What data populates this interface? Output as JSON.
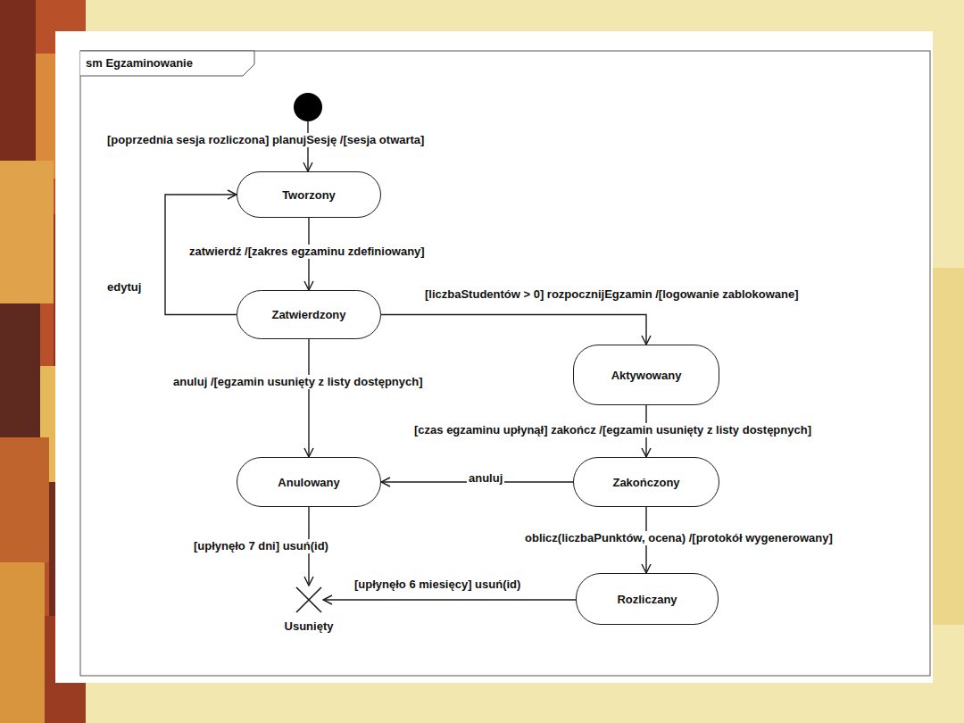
{
  "diagram": {
    "title": "sm Egzaminowanie",
    "nodes": [
      {
        "text": []
      },
      {
        "text": [
          "Tworzony"
        ]
      },
      {
        "text": [
          "Zatwierdzony"
        ]
      },
      {
        "text": [
          "Aktywowany"
        ]
      },
      {
        "text": [
          "Anulowany"
        ]
      },
      {
        "text": [
          "Zakończony"
        ]
      },
      {
        "text": [
          "Rozliczany"
        ]
      },
      {
        "text": [
          "Usunięty"
        ]
      }
    ],
    "edges": [
      {
        "from": 0,
        "to": 1,
        "label": "[poprzednia sesja rozliczona] planujSesję /[sesja otwarta]",
        "arrow": "to"
      },
      {
        "from": 1,
        "to": 2,
        "label": "zatwierdź /[zakres egzaminu zdefiniowany]",
        "arrow": "to"
      },
      {
        "from": 2,
        "to": 1,
        "label": "edytuj",
        "arrow": "to"
      },
      {
        "from": 2,
        "to": 3,
        "label": "[liczbaStudentów > 0] rozpocznijEgzamin /[logowanie zablokowane]",
        "arrow": "to"
      },
      {
        "from": 2,
        "to": 4,
        "label": "anuluj /[egzamin usunięty z listy dostępnych]",
        "arrow": "to"
      },
      {
        "from": 3,
        "to": 5,
        "label": "[czas egzaminu upłynął] zakończ /[egzamin usunięty z listy dostępnych]",
        "arrow": "to"
      },
      {
        "from": 5,
        "to": 4,
        "label": "anuluj",
        "arrow": "to"
      },
      {
        "from": 5,
        "to": 6,
        "label": "oblicz(liczbaPunktów, ocena) /[protokół wygenerowany]",
        "arrow": "to"
      },
      {
        "from": 4,
        "to": 7,
        "label": "[upłynęło 7 dni] usuń(id)",
        "arrow": "to"
      },
      {
        "from": 6,
        "to": 7,
        "label": "[upłynęło 6 miesięcy] usuń(id)",
        "arrow": "to"
      }
    ]
  }
}
